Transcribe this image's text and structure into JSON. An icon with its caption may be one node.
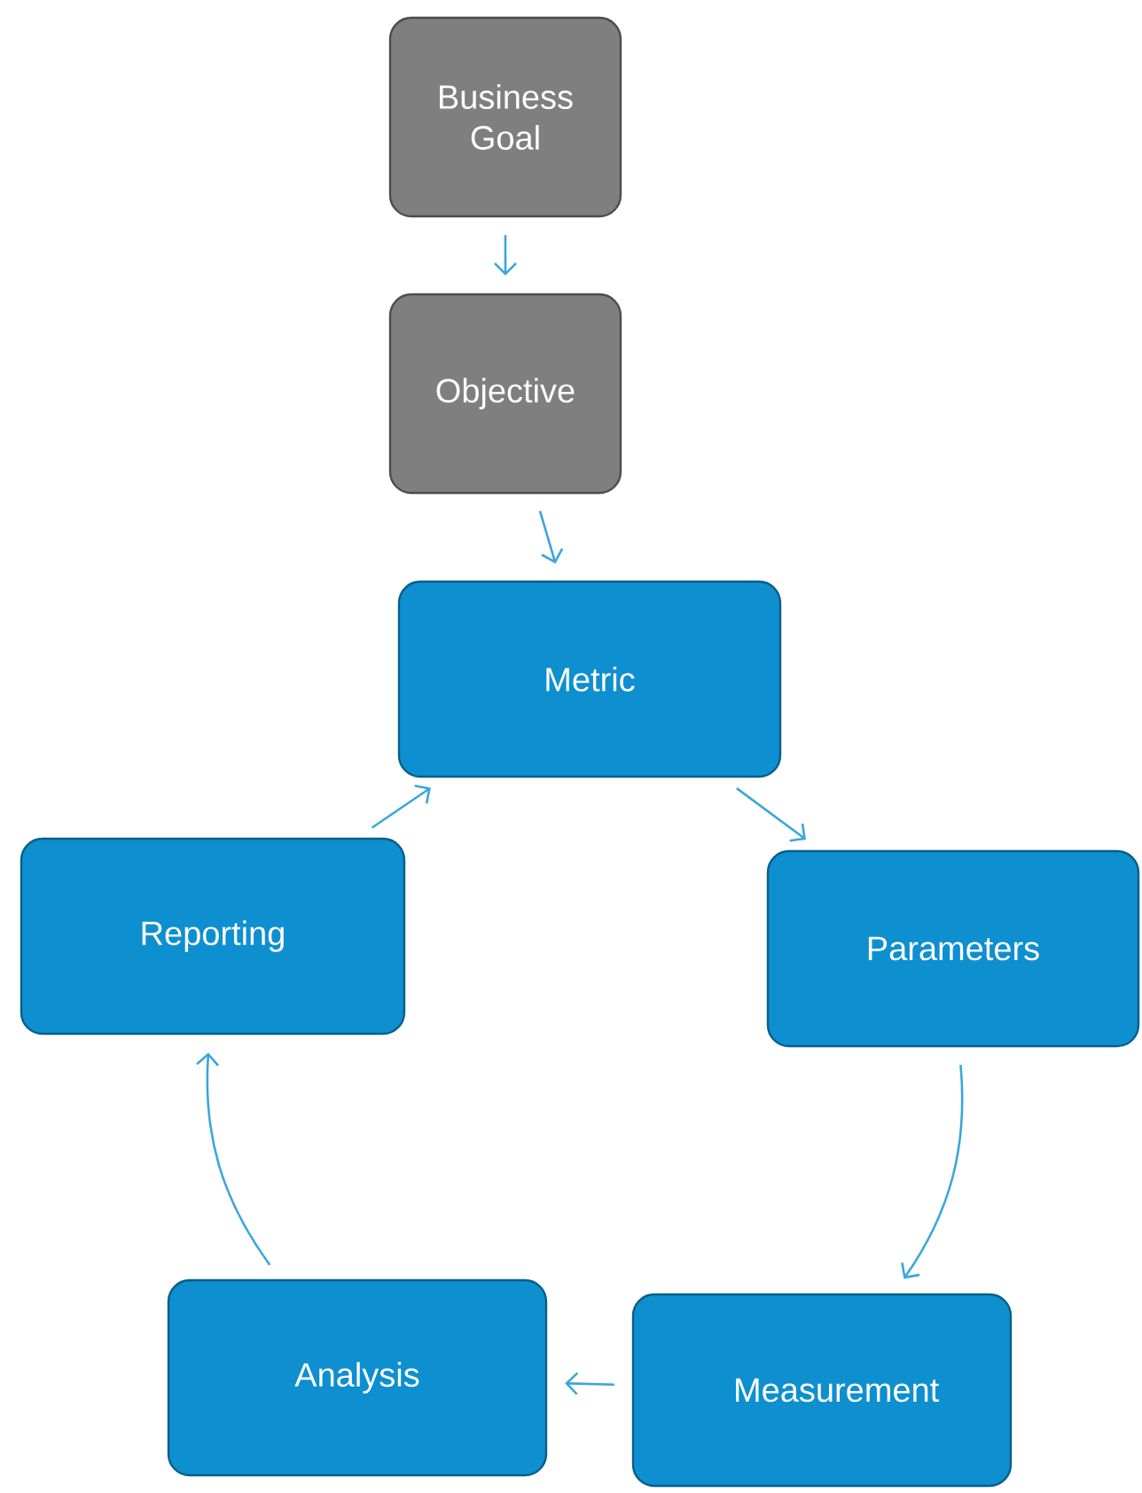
{
  "diagram": {
    "nodes": [
      {
        "text": [
          "Business Goal"
        ]
      },
      {
        "text": [
          "Objective"
        ]
      },
      {
        "text": [
          "Metric"
        ]
      },
      {
        "text": [
          "Parameters"
        ]
      },
      {
        "text": [
          "Measurement"
        ]
      },
      {
        "text": [
          "Analysis"
        ]
      },
      {
        "text": [
          "Reporting"
        ]
      }
    ],
    "edges": [
      {
        "from": 0,
        "to": 1,
        "arrow": "to"
      },
      {
        "from": 1,
        "to": 2,
        "arrow": "to"
      },
      {
        "from": 2,
        "to": 3,
        "arrow": "to"
      },
      {
        "from": 3,
        "to": 4,
        "arrow": "to"
      },
      {
        "from": 4,
        "to": 5,
        "arrow": "to"
      },
      {
        "from": 5,
        "to": 6,
        "arrow": "to"
      },
      {
        "from": 6,
        "to": 2,
        "arrow": "to"
      }
    ]
  }
}
